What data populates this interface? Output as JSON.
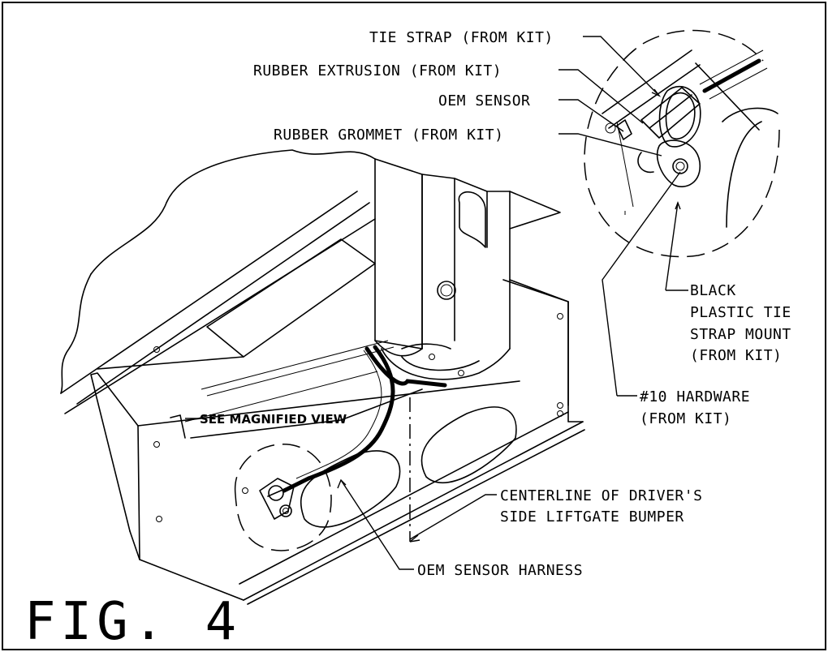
{
  "figure": {
    "title": "FIG. 4"
  },
  "callouts": {
    "tie_strap": "TIE STRAP (FROM KIT)",
    "rubber_extrusion": "RUBBER EXTRUSION (FROM KIT)",
    "oem_sensor": "OEM SENSOR",
    "rubber_grommet": "RUBBER GROMMET (FROM KIT)",
    "black_mount": [
      "BLACK",
      "PLASTIC TIE",
      "STRAP MOUNT",
      "(FROM KIT)"
    ],
    "hardware": [
      "#10 HARDWARE",
      "(FROM KIT)"
    ],
    "centerline": [
      "CENTERLINE OF DRIVER'S",
      "SIDE LIFTGATE BUMPER"
    ],
    "see_magnified": "SEE MAGNIFIED VIEW",
    "harness": "OEM SENSOR HARNESS"
  }
}
